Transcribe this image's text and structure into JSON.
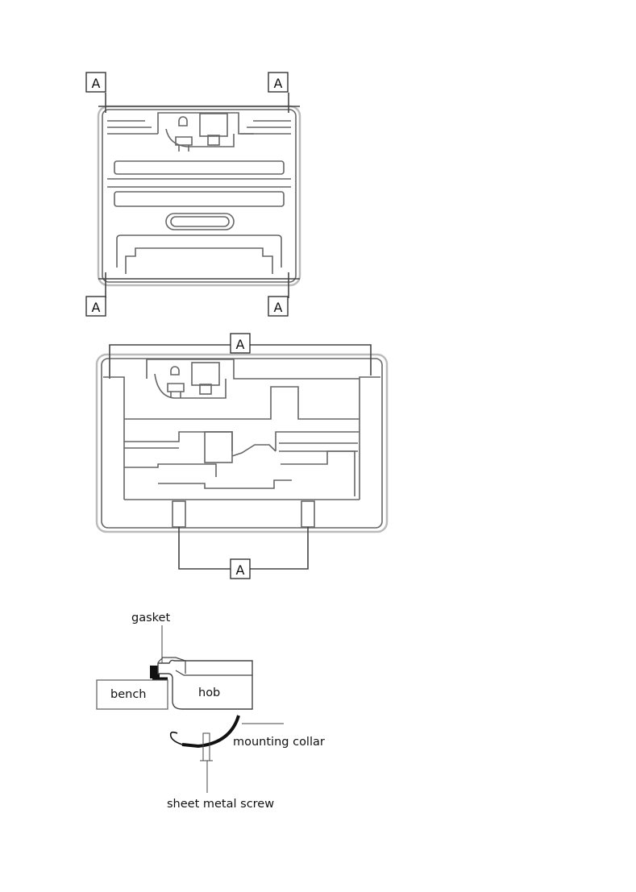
{
  "diagram": {
    "callout_letter": "A",
    "labels": {
      "gasket": "gasket",
      "bench": "bench",
      "hob": "hob",
      "mounting_collar": "mounting collar",
      "sheet_metal_screw": "sheet metal screw"
    },
    "colors": {
      "line": "#555555",
      "outline_light": "#c8c8c8",
      "dark": "#111111"
    }
  }
}
